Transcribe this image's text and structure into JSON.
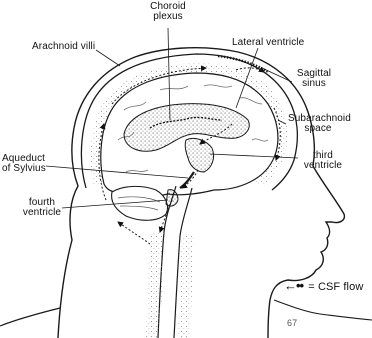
{
  "labels": {
    "choroid_plexus": [
      "Choroid",
      "plexus"
    ],
    "arachnoid_villi": "Arachnoid villi",
    "lateral_ventricle": "Lateral ventricle",
    "sagittal_sinus": [
      "Sagittal",
      "sinus"
    ],
    "subarachnoid_space": [
      "Subarachnoid",
      "space"
    ],
    "third_ventricle": [
      "third",
      "ventricle"
    ],
    "aqueduct_of_sylvius": [
      "Aqueduct",
      "of Sylvius"
    ],
    "fourth_ventricle": [
      "fourth",
      "ventricle"
    ]
  },
  "legend": {
    "arrow_symbol": "←••",
    "text": "= CSF flow"
  },
  "figure_number": "67",
  "colors": {
    "line": "#1a1a1a",
    "stipple": "#6e6e6e",
    "background": "#ffffff"
  }
}
